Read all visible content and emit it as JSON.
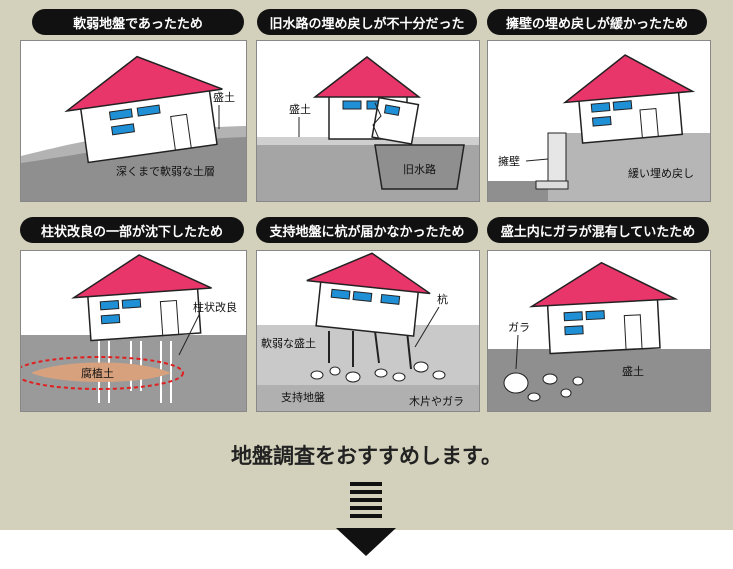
{
  "panels": [
    {
      "title": "軟弱地盤であったため",
      "labels": {
        "fill": "盛土",
        "soft": "深くまで軟弱な土層"
      }
    },
    {
      "title": "旧水路の埋め戻しが不十分だった",
      "labels": {
        "fill": "盛土",
        "channel": "旧水路"
      }
    },
    {
      "title": "擁壁の埋め戻しが緩かったため",
      "labels": {
        "wall": "擁壁",
        "loose": "緩い埋め戻し"
      }
    },
    {
      "title": "柱状改良の一部が沈下したため",
      "labels": {
        "column": "柱状改良",
        "humus": "腐植土"
      }
    },
    {
      "title": "支持地盤に杭が届かなかったため",
      "labels": {
        "pile": "杭",
        "soft_fill": "軟弱な盛土",
        "support": "支持地盤",
        "debris": "木片やガラ"
      }
    },
    {
      "title": "盛土内にガラが混有していたため",
      "labels": {
        "rubble": "ガラ",
        "fill": "盛土"
      }
    }
  ],
  "caption": "地盤調査をおすすめします。",
  "colors": {
    "roof": "#e8366a",
    "window": "#1f8fd6",
    "ground": "#8f8f8f",
    "humus": "#d8a17e",
    "dashed_circle": "#e02020",
    "background": "#d3d1bb"
  }
}
